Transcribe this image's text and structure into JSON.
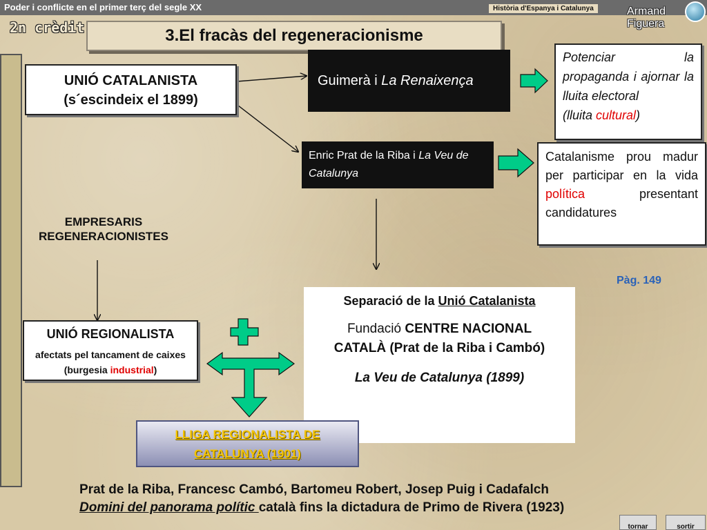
{
  "header": {
    "course_title": "Poder i conflicte en el primer terç del segle XX",
    "book_title": "Història d'Espanya i Catalunya",
    "author_line1": "Armand",
    "author_line2": "Figuera",
    "credit_label": "2n crèdit"
  },
  "title": "3.El fracàs del regeneracionisme",
  "nodes": {
    "unio_line1": "UNIÓ CATALANISTA",
    "unio_line2": "(s´escindeix el 1899)",
    "guimera_prefix": "Guimerà i ",
    "guimera_em": "La Renaixença",
    "prat_prefix": "Enric Prat de la Riba i ",
    "prat_em": "La Veu de Catalunya",
    "potenciar_text": "Potenciar la propaganda i ajornar la lluita electoral",
    "potenciar_paren_open": "(lluita ",
    "potenciar_cultural": "cultural",
    "potenciar_paren_close": ")",
    "catal_text1": "Catalanisme prou madur per participar en la vida ",
    "catal_politica": "política",
    "catal_text2": " presentant candidatures",
    "empresaris_line1": "EMPRESARIS",
    "empresaris_line2": "REGENERACIONISTES",
    "pagina": "Pàg. 149",
    "separacio_prefix": "Separació de la ",
    "separacio_name": "Unió Catalanista",
    "fundacio_prefix": "Fundació ",
    "fundacio_name": "CENTRE NACIONAL",
    "fundacio_line2": "CATALÀ (Prat de la Riba i Cambó)",
    "veu": "La Veu de Catalunya (1899)",
    "regional_title": "UNIÓ REGIONALISTA",
    "regional_sub1": "afectats pel tancament de caixes",
    "regional_sub2_open": "(burgesia ",
    "regional_industrial": "industrial",
    "regional_sub2_close": ")",
    "lliga_line1": "LLIGA REGIONALISTA DE",
    "lliga_line2": "CATALUNYA (1901)"
  },
  "footer": {
    "names": "Prat de la Riba, Francesc Cambó, Bartomeu Robert, Josep Puig i Cadafalch",
    "domini_em": "Domini del panorama polític ",
    "domini_rest": "català fins la dictadura de Primo de Rivera (1923)"
  },
  "nav": {
    "tornar": "tornar",
    "sortir": "sortir"
  },
  "colors": {
    "arrow_green": "#00cc88",
    "accent_red": "#e00000",
    "lliga_gold": "#f4c400",
    "page_blue": "#2a62b8"
  },
  "icons": {
    "logo": "globe-logo-icon",
    "plus": "plus-symbol-icon",
    "t_arrow": "t-split-arrow-icon"
  }
}
